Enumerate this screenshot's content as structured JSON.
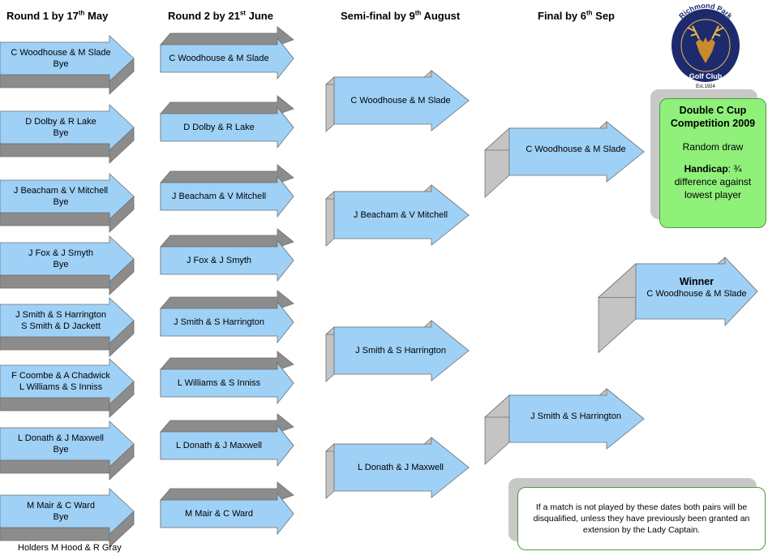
{
  "headers": {
    "r1": {
      "text": "Round 1 by 17",
      "sup": "th",
      "tail": " May"
    },
    "r2": {
      "text": "Round 2 by 21",
      "sup": "st",
      "tail": " June"
    },
    "sf": {
      "text": "Semi-final by 9",
      "sup": "th",
      "tail": " August"
    },
    "fin": {
      "text": "Final by 6",
      "sup": "th",
      "tail": " Sep"
    }
  },
  "logo": {
    "top": "Richmond Park",
    "bottom": "Golf Club",
    "est": "Est.1924"
  },
  "round1": [
    {
      "line1": "C Woodhouse & M Slade",
      "line2": "Bye"
    },
    {
      "line1": "D Dolby & R Lake",
      "line2": "Bye"
    },
    {
      "line1": "J Beacham & V Mitchell",
      "line2": "Bye"
    },
    {
      "line1": "J Fox & J Smyth",
      "line2": "Bye"
    },
    {
      "line1": "J Smith & S Harrington",
      "line2": "S Smith & D Jackett"
    },
    {
      "line1": "F Coombe & A Chadwick",
      "line2": "L Williams & S Inniss"
    },
    {
      "line1": "L Donath & J Maxwell",
      "line2": "Bye"
    },
    {
      "line1": "M Mair & C Ward",
      "line2": "Bye"
    }
  ],
  "round2": [
    "C Woodhouse & M Slade",
    "D Dolby & R Lake",
    "J Beacham & V Mitchell",
    "J Fox & J Smyth",
    "J Smith & S Harrington",
    "L Williams & S Inniss",
    "L Donath & J Maxwell",
    "M Mair & C Ward"
  ],
  "semifinal": [
    "C Woodhouse & M Slade",
    "J Beacham & V Mitchell",
    "J Smith & S Harrington",
    "L Donath & J Maxwell"
  ],
  "final": [
    "C Woodhouse & M Slade",
    "J Smith & S Harrington"
  ],
  "winner": {
    "title": "Winner",
    "name": "C Woodhouse & M Slade"
  },
  "info": {
    "title": "Double C Cup Competition 2009",
    "draw": "Random draw",
    "handicap_label": "Handicap",
    "handicap_text": ":  ¾ difference against lowest player"
  },
  "note": "If a match is not played by these dates both pairs will be disqualified, unless they have previously been granted an extension by the Lady Captain.",
  "holders": "Holders  M Hood & R Gray",
  "colors": {
    "arrow_fill": "#9fd1f7",
    "arrow_side": "#c4c4c4",
    "arrow_dark": "#8c8c8c",
    "info_fill": "#8ff07a"
  }
}
